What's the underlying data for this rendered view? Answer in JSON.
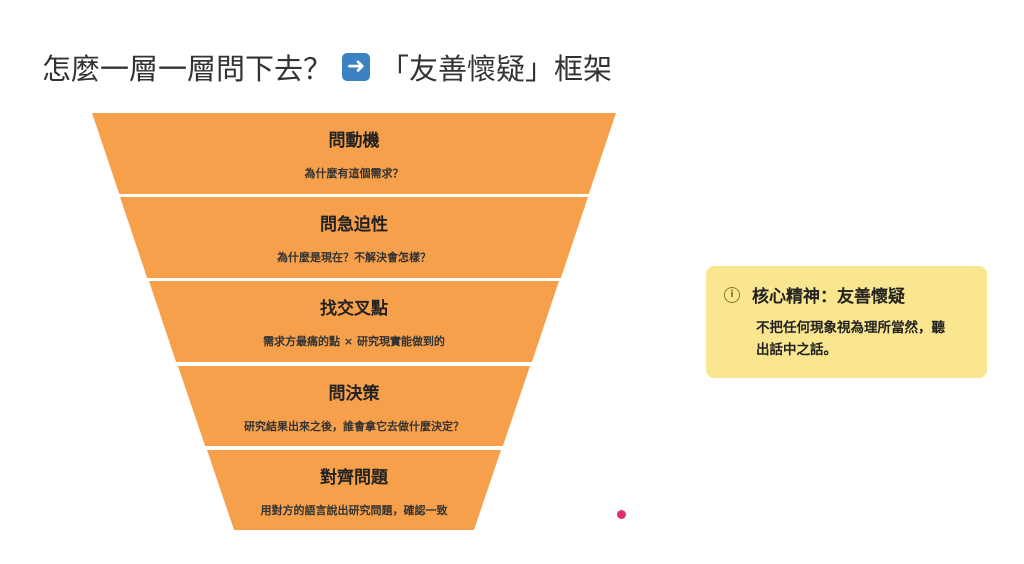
{
  "title": {
    "prefix": "怎麼一層一層問下去？",
    "arrow_icon": "right-arrow-icon",
    "suffix": "「友善懷疑」框架"
  },
  "funnel": [
    {
      "heading": "問動機",
      "sub": "為什麼有這個需求？"
    },
    {
      "heading": "問急迫性",
      "sub": "為什麼是現在？不解決會怎樣？"
    },
    {
      "heading": "找交叉點",
      "sub": "需求方最痛的點 × 研究現實能做到的"
    },
    {
      "heading": "問決策",
      "sub": "研究結果出來之後，誰會拿它去做什麼決定？"
    },
    {
      "heading": "對齊問題",
      "sub": "用對方的語言說出研究問題，確認一致"
    }
  ],
  "note": {
    "icon": "info-icon",
    "title": "核心精神：友善懷疑",
    "body": "不把任何現象視為理所當然，聽出話中之話。"
  },
  "colors": {
    "funnel": "#f7a04b",
    "note": "#f9e68e",
    "pointer": "#e0306a"
  }
}
